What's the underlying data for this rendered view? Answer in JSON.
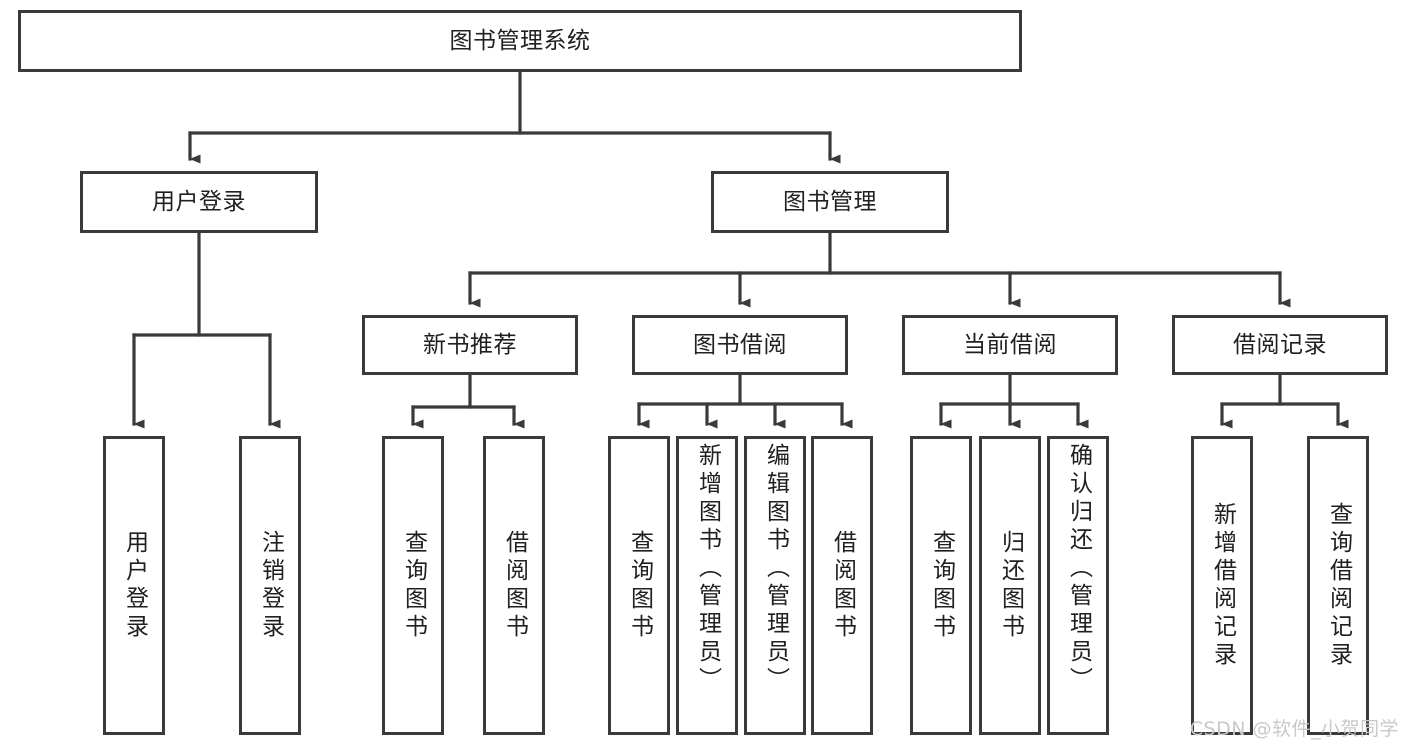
{
  "diagram": {
    "title": "图书管理系统",
    "type": "tree-hierarchy",
    "root": {
      "id": "root",
      "label": "图书管理系统"
    },
    "level2": [
      {
        "id": "user-login",
        "label": "用户登录"
      },
      {
        "id": "book-management",
        "label": "图书管理"
      }
    ],
    "level3": [
      {
        "id": "new-book-recommend",
        "label": "新书推荐"
      },
      {
        "id": "book-borrow",
        "label": "图书借阅"
      },
      {
        "id": "current-borrow",
        "label": "当前借阅"
      },
      {
        "id": "borrow-record",
        "label": "借阅记录"
      }
    ],
    "leaves": [
      {
        "id": "leaf-user-login",
        "label": "用户登录",
        "parent": "user-login"
      },
      {
        "id": "leaf-logout-login",
        "label": "注销登录",
        "parent": "user-login"
      },
      {
        "id": "leaf-query-book-1",
        "label": "查询图书",
        "parent": "new-book-recommend"
      },
      {
        "id": "leaf-borrow-book-1",
        "label": "借阅图书",
        "parent": "new-book-recommend"
      },
      {
        "id": "leaf-query-book-2",
        "label": "查询图书",
        "parent": "book-borrow"
      },
      {
        "id": "leaf-add-book",
        "label": "新增图书（管理员）",
        "parent": "book-borrow"
      },
      {
        "id": "leaf-edit-book",
        "label": "编辑图书（管理员）",
        "parent": "book-borrow"
      },
      {
        "id": "leaf-borrow-book-2",
        "label": "借阅图书",
        "parent": "book-borrow"
      },
      {
        "id": "leaf-query-book-3",
        "label": "查询图书",
        "parent": "current-borrow"
      },
      {
        "id": "leaf-return-book",
        "label": "归还图书",
        "parent": "current-borrow"
      },
      {
        "id": "leaf-confirm-return",
        "label": "确认归还（管理员）",
        "parent": "current-borrow"
      },
      {
        "id": "leaf-add-record",
        "label": "新增借阅记录",
        "parent": "borrow-record"
      },
      {
        "id": "leaf-query-record",
        "label": "查询借阅记录",
        "parent": "borrow-record"
      }
    ]
  },
  "watermark": {
    "text": "CSDN @软件_小贺同学"
  },
  "colors": {
    "stroke": "#3a3a3a",
    "text": "#202020",
    "background": "#ffffff",
    "watermark": "#c9c9c9"
  }
}
